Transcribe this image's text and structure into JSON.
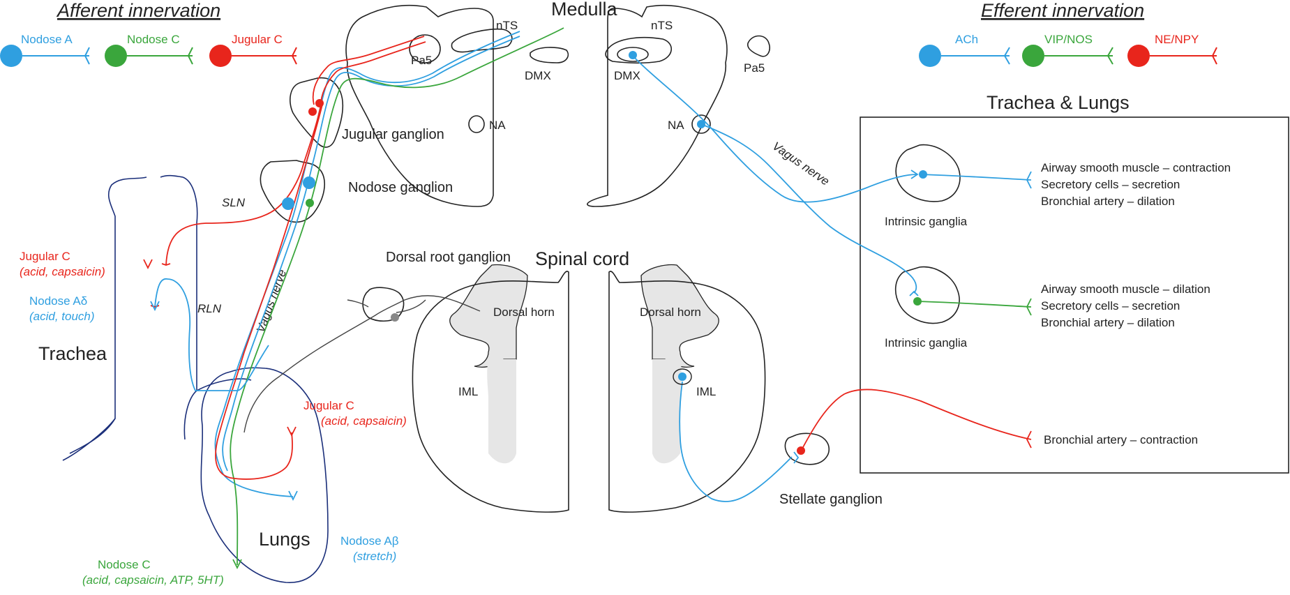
{
  "afferent": {
    "title": "Afferent innervation",
    "legend": [
      {
        "label": "Nodose A",
        "color": "#2f9fe0"
      },
      {
        "label": "Nodose C",
        "color": "#3aa63c"
      },
      {
        "label": "Jugular C",
        "color": "#e8251c"
      }
    ]
  },
  "efferent": {
    "title": "Efferent innervation",
    "legend": [
      {
        "label": "ACh",
        "color": "#2f9fe0"
      },
      {
        "label": "VIP/NOS",
        "color": "#3aa63c"
      },
      {
        "label": "NE/NPY",
        "color": "#e8251c"
      }
    ]
  },
  "medulla": {
    "title": "Medulla",
    "left": {
      "nts": "nTS",
      "pa5": "Pa5",
      "dmx": "DMX",
      "na": "NA"
    },
    "right": {
      "nts": "nTS",
      "pa5": "Pa5",
      "dmx": "DMX",
      "na": "NA"
    }
  },
  "spinal": {
    "title": "Spinal cord",
    "dorsal_horn": "Dorsal horn",
    "iml": "IML",
    "drg": "Dorsal root ganglion"
  },
  "ganglia": {
    "jugular": "Jugular ganglion",
    "nodose": "Nodose ganglion",
    "stellate": "Stellate ganglion",
    "intrinsic": "Intrinsic ganglia"
  },
  "nerves": {
    "vagus": "Vagus nerve",
    "sln": "SLN",
    "rln": "RLN"
  },
  "organs": {
    "trachea": "Trachea",
    "lungs": "Lungs",
    "box_title": "Trachea & Lungs"
  },
  "fibers": {
    "jugular_c_1": {
      "name": "Jugular C",
      "detail": "(acid, capsaicin)"
    },
    "nodose_ad": {
      "name": "Nodose Aδ",
      "detail": "(acid, touch)"
    },
    "jugular_c_2": {
      "name": "Jugular C",
      "detail": "(acid, capsaicin)"
    },
    "nodose_ab": {
      "name": "Nodose Aβ",
      "detail": "(stretch)"
    },
    "nodose_c": {
      "name": "Nodose C",
      "detail": "(acid, capsaicin, ATP, 5HT)"
    }
  },
  "effects": {
    "ach": [
      "Airway smooth muscle – contraction",
      "Secretory cells – secretion",
      "Bronchial artery – dilation"
    ],
    "vip": [
      "Airway smooth muscle – dilation",
      "Secretory cells – secretion",
      "Bronchial artery – dilation"
    ],
    "ne": [
      "Bronchial artery – contraction"
    ]
  }
}
